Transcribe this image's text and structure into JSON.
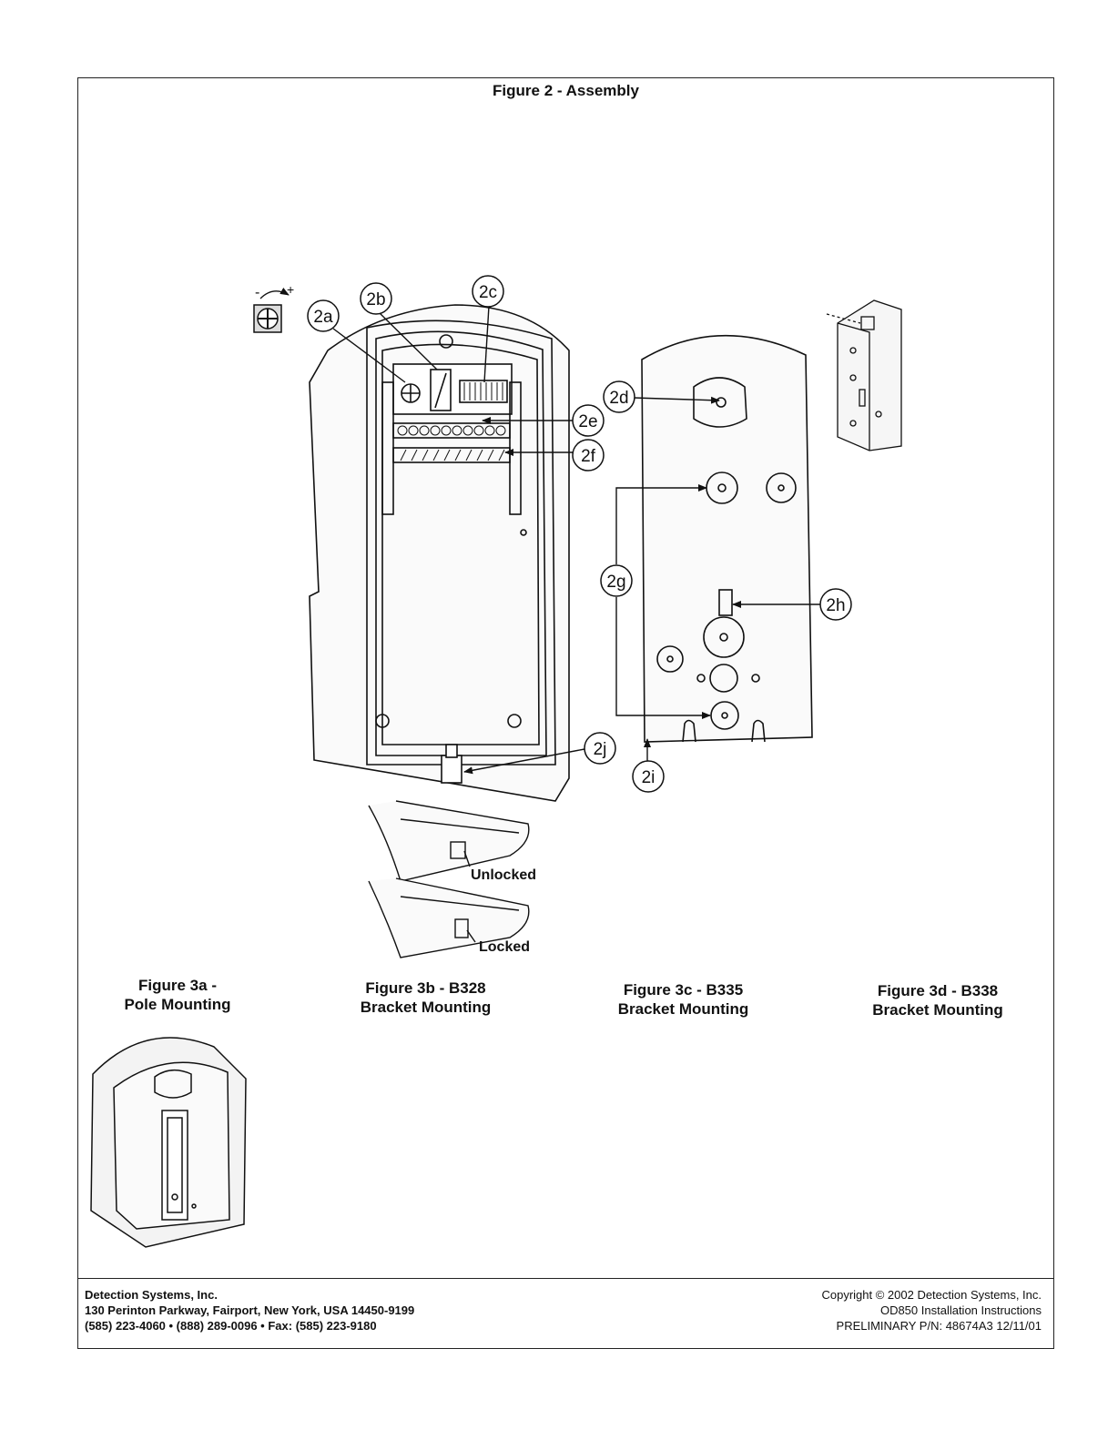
{
  "figure_title": "Figure 2 - Assembly",
  "callouts": {
    "c2a": "2a",
    "c2b": "2b",
    "c2c": "2c",
    "c2d": "2d",
    "c2e": "2e",
    "c2f": "2f",
    "c2g": "2g",
    "c2h": "2h",
    "c2i": "2i",
    "c2j": "2j"
  },
  "adjust_symbols": {
    "minus": "-",
    "plus": "+"
  },
  "lock_states": {
    "unlocked": "Unlocked",
    "locked": "Locked"
  },
  "captions": {
    "fig3a_line1": "Figure 3a -",
    "fig3a_line2": "Pole Mounting",
    "fig3b_line1": "Figure 3b - B328",
    "fig3b_line2": "Bracket Mounting",
    "fig3c_line1": "Figure 3c - B335",
    "fig3c_line2": "Bracket Mounting",
    "fig3d_line1": "Figure 3d - B338",
    "fig3d_line2": "Bracket Mounting"
  },
  "footer": {
    "company": "Detection Systems, Inc.",
    "address": "130 Perinton Parkway, Fairport, New York, USA 14450-9199",
    "phone": "(585) 223-4060 • (888) 289-0096 • Fax: (585) 223-9180",
    "copyright": "Copyright © 2002 Detection Systems, Inc.",
    "doc_title": "OD850 Installation Instructions",
    "part_number": "PRELIMINARY P/N: 48674A3 12/11/01"
  }
}
